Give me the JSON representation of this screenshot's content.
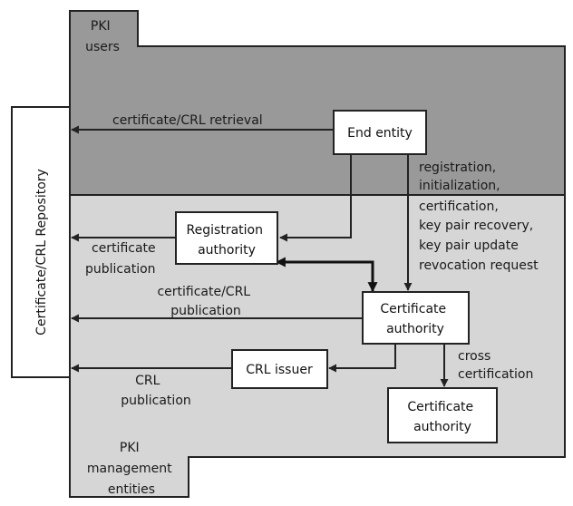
{
  "regions": {
    "users_label": [
      "PKI",
      "users"
    ],
    "management_label": [
      "PKI",
      "management",
      "entities"
    ]
  },
  "repository": {
    "label": "Certificate/CRL Repository"
  },
  "nodes": {
    "end_entity": [
      "End entity"
    ],
    "registration_authority": [
      "Registration",
      "authority"
    ],
    "certificate_authority": [
      "Certificate",
      "authority"
    ],
    "crl_issuer": [
      "CRL issuer"
    ],
    "certificate_authority_2": [
      "Certificate",
      "authority"
    ]
  },
  "edges": {
    "retrieval": [
      "certificate/CRL retrieval"
    ],
    "ra_publication": [
      "certificate",
      "publication"
    ],
    "ca_publication": [
      "certificate/CRL",
      "publication"
    ],
    "crl_publication": [
      "CRL",
      "publication"
    ],
    "cross_certification": [
      "cross",
      "certification"
    ],
    "ee_operations": [
      "registration,",
      "initialization,",
      "certification,",
      "key pair recovery,",
      "key pair update",
      "revocation request"
    ]
  },
  "colors": {
    "users_region": "#999999",
    "management_region": "#d6d6d6",
    "box_fill": "#ffffff",
    "stroke": "#222222"
  }
}
